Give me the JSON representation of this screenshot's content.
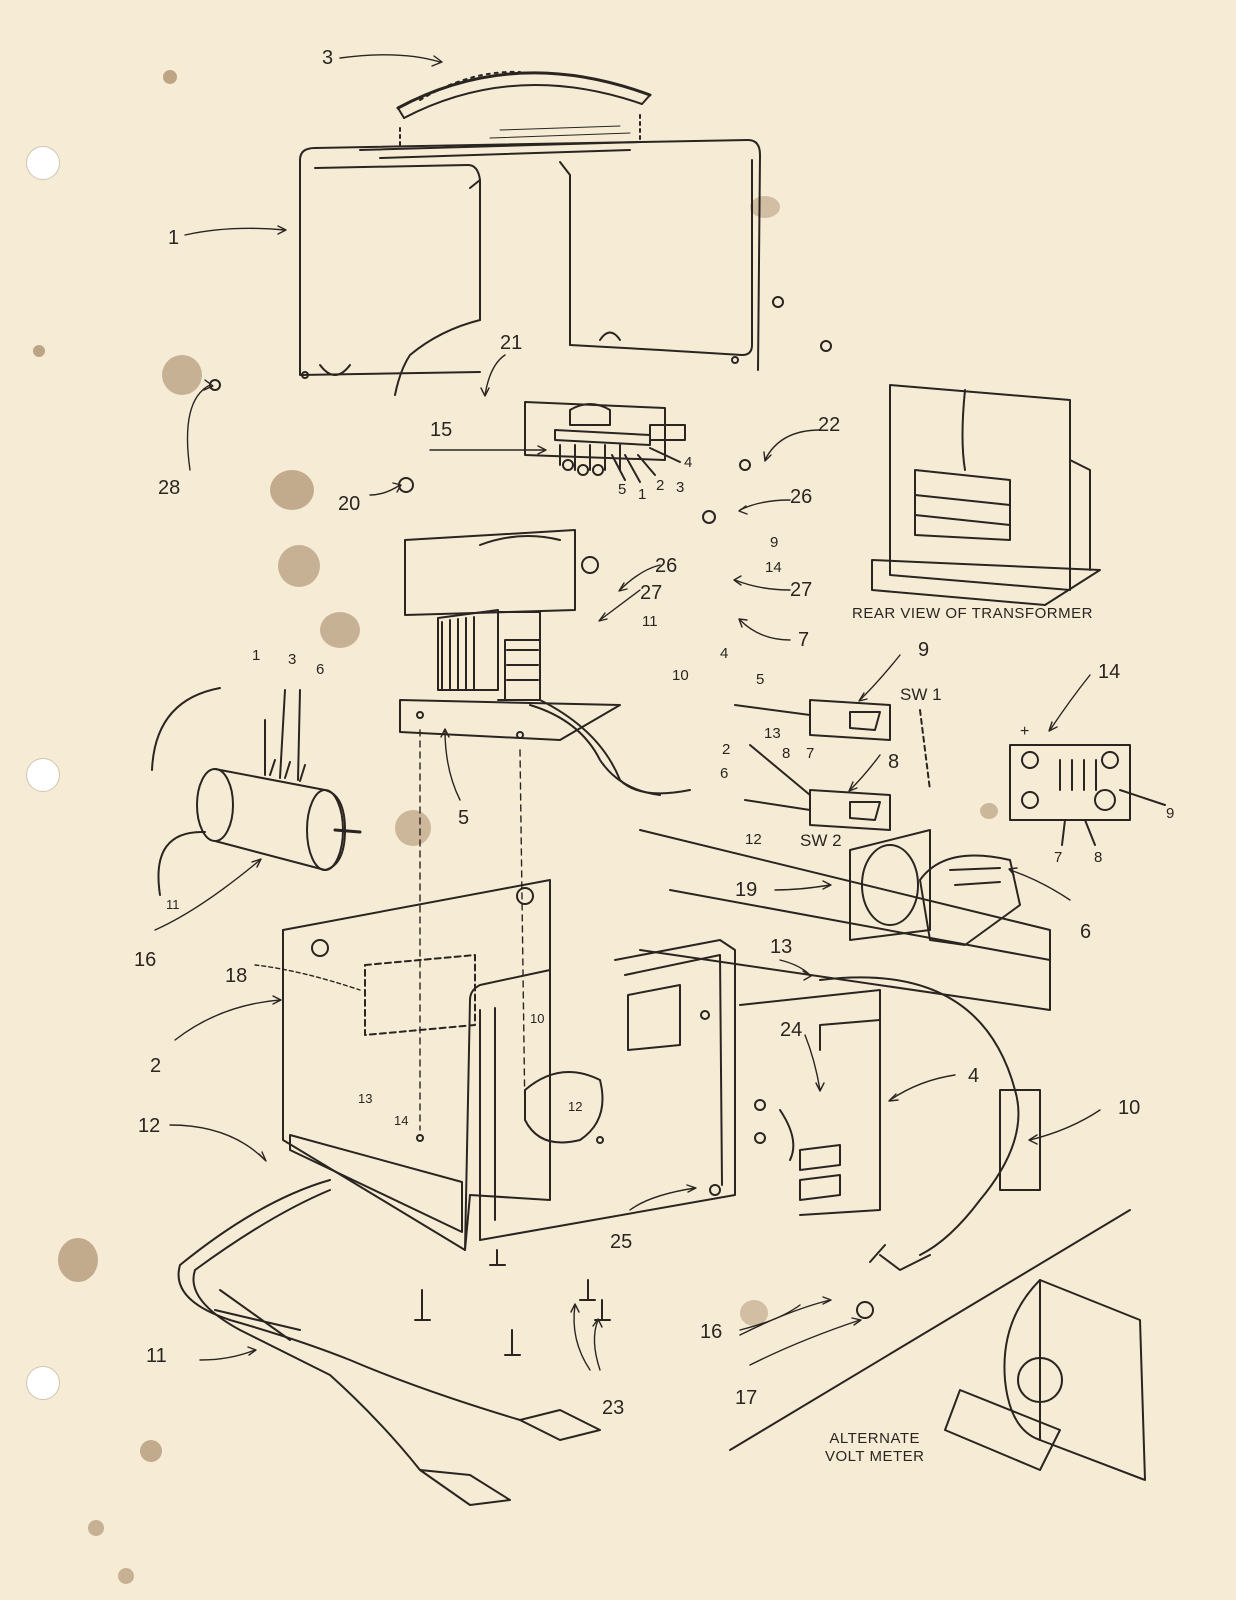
{
  "diagram": {
    "captions": {
      "rear_view": "REAR VIEW OF TRANSFORMER",
      "alternate_1": "ALTERNATE",
      "alternate_2": "VOLT METER",
      "sw1": "SW 1",
      "sw2": "SW 2",
      "plus": "+"
    },
    "callouts": {
      "c1": "1",
      "c2": "2",
      "c3": "3",
      "c4": "4",
      "c5": "5",
      "c6": "6",
      "c7": "7",
      "c8": "8",
      "c9": "9",
      "c10": "10",
      "c11": "11",
      "c12": "12",
      "c13": "13",
      "c14": "14",
      "c15": "15",
      "c16": "16",
      "c16b": "16",
      "c17": "17",
      "c18": "18",
      "c19": "19",
      "c20": "20",
      "c21": "21",
      "c22": "22",
      "c23": "23",
      "c24": "24",
      "c25": "25",
      "c26": "26",
      "c26b": "26",
      "c27": "27",
      "c27b": "27",
      "c28": "28"
    },
    "wire_labels": {
      "w15_5": "5",
      "w15_1": "1",
      "w15_2": "2",
      "w15_3": "3",
      "w15_4": "4",
      "w_9": "9",
      "w_14": "14",
      "w_11": "11",
      "w_10": "10",
      "w_4": "4",
      "w_5": "5",
      "w_13": "13",
      "w_2": "2",
      "w_8": "8",
      "w_7": "7",
      "w_6": "6",
      "w_12": "12",
      "m_1": "1",
      "m_3": "3",
      "m_6": "6",
      "m_11": "11",
      "b_7": "7",
      "b_8": "8",
      "b_9": "9",
      "ch_10": "10",
      "ch_12": "12",
      "ch_13": "13",
      "ch_14": "14"
    }
  }
}
